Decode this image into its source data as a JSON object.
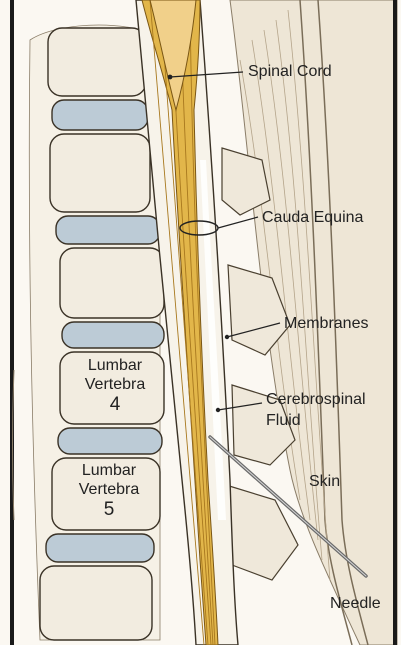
{
  "labels": {
    "spinal_cord": "Spinal Cord",
    "cauda_equina": "Cauda Equina",
    "membranes": "Membranes",
    "csf_line1": "Cerebrospinal",
    "csf_line2": "Fluid",
    "skin": "Skin",
    "needle": "Needle"
  },
  "vertebrae": [
    {
      "line1": "Lumbar",
      "line2": "Vertebra",
      "number": "4"
    },
    {
      "line1": "Lumbar",
      "line2": "Vertebra",
      "number": "5"
    }
  ],
  "colors": {
    "bone": "#f2ece0",
    "disc": "#bccbd6",
    "cord": "#e2b64a",
    "nerve_fiber": "#a8781e",
    "muscle": "#d9cdb8",
    "outline": "#3a3226",
    "needle": "#6b6b6b"
  }
}
